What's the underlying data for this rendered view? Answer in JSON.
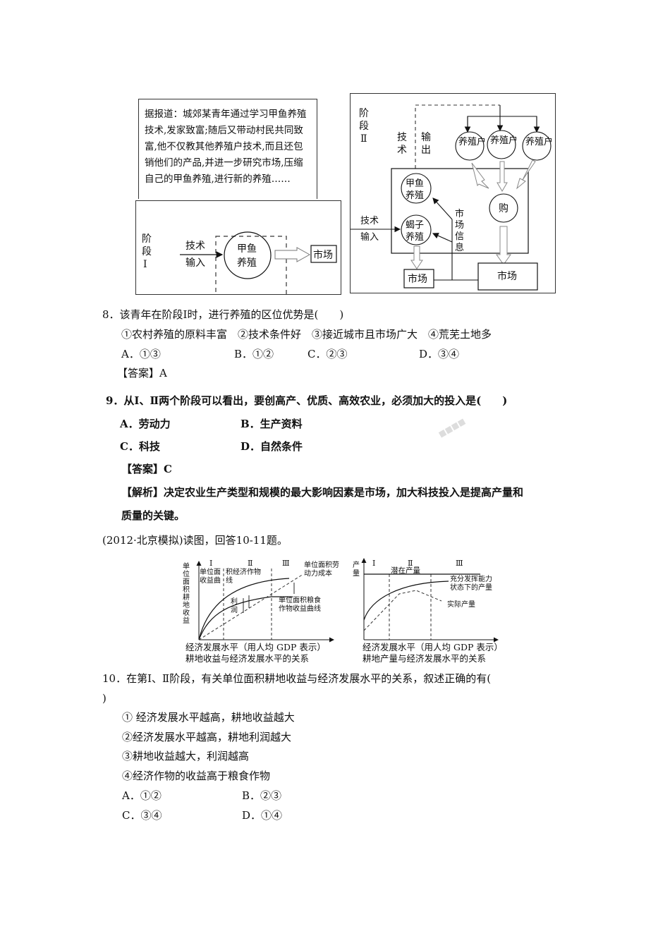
{
  "figure1": {
    "news_text": "据报道：城郊某青年通过学习甲鱼养殖技术,发家致富;随后又带动村民共同致富,他不仅教其他养殖户技术,而且还包销他们的产品,并进一步研究市场,压缩自己的甲鱼养殖,进行新的养殖……",
    "stage1": {
      "label": [
        "阶",
        "段",
        "Ⅰ"
      ],
      "input_label": [
        "技术",
        "输入"
      ],
      "circle_label": [
        "甲鱼",
        "养殖"
      ],
      "market": "市场"
    },
    "stage2": {
      "label": [
        "阶",
        "段",
        "Ⅱ"
      ],
      "tech_out": [
        "技",
        "术"
      ],
      "out_label": [
        "输",
        "出"
      ],
      "farmers": [
        "养殖户",
        "养殖户",
        "养殖户"
      ],
      "circle1": [
        "甲鱼",
        "养殖"
      ],
      "circle2": [
        "蝎子",
        "养殖"
      ],
      "buy": "购",
      "market_info": [
        "市",
        "场",
        "信",
        "息"
      ],
      "input_label": [
        "技术",
        "输入"
      ],
      "market_small": "市场",
      "market_big": "市场"
    }
  },
  "q8": {
    "stem": "8．该青年在阶段Ⅰ时，进行养殖的区位优势是(　　)",
    "options_line": "①农村养殖的原料丰富　②技术条件好　③接近城市且市场广大　④荒芜土地多",
    "choices": [
      "A．①③",
      "B．①②",
      "C．②③",
      "D．③④"
    ],
    "answer": "【答案】A"
  },
  "q9": {
    "stem": "9．从Ⅰ、Ⅱ两个阶段可以看出，要创高产、优质、高效农业，必须加大的投入是(　　)",
    "choices": [
      "A．劳动力",
      "B．生产资料",
      "C．科技",
      "D．自然条件"
    ],
    "answer": "【答案】C",
    "analysis_1": "【解析】决定农业生产类型和规模的最大影响因素是市场，加大科技投入是提高产量和",
    "analysis_2": "质量的关键。"
  },
  "intro": "(2012·北京模拟)读图，回答10-11题。",
  "chart_data": [
    {
      "type": "line",
      "title": "耕地收益与经济发展水平的关系",
      "xlabel": "经济发展水平（用人均GDP表示）",
      "ylabel": "单位面积耕地收益",
      "stages": [
        "Ⅰ",
        "Ⅱ",
        "Ⅲ"
      ],
      "series": [
        {
          "name": "单位面积经济作物收益曲线",
          "style": "solid"
        },
        {
          "name": "单位面积粮食作物收益曲线",
          "style": "solid"
        },
        {
          "name": "单位面积劳动力成本",
          "style": "dashed"
        }
      ],
      "annotations": [
        "利润"
      ]
    },
    {
      "type": "line",
      "title": "耕地产量与经济发展水平的关系",
      "xlabel": "经济发展水平（用人均GDP表示）",
      "ylabel": "产量",
      "stages": [
        "Ⅰ",
        "Ⅱ",
        "Ⅲ"
      ],
      "series": [
        {
          "name": "潜在产量",
          "style": "solid-horizontal"
        },
        {
          "name": "充分发挥能力状态下的产量",
          "style": "solid"
        },
        {
          "name": "实际产量",
          "style": "dashed"
        }
      ]
    }
  ],
  "chart_labels": {
    "c1": {
      "stage1": "Ⅰ",
      "stage2": "Ⅱ",
      "stage3": "Ⅲ",
      "ylabel": [
        "单",
        "位",
        "面",
        "积",
        "耕",
        "地",
        "收",
        "益"
      ],
      "econ_a": "单位面",
      "econ_b": "收益曲",
      "econ_c": "积经济作物",
      "econ_d": "线",
      "cost_a": "单位面积劳",
      "cost_b": "动力成本",
      "grain_a": "单位面积粮食",
      "grain_b": "作物收益曲线",
      "profit": [
        "利",
        "润"
      ],
      "xlabel": "经济发展水平（用人均 GDP 表示）",
      "caption": "耕地收益与经济发展水平的关系"
    },
    "c2": {
      "stage1": "Ⅰ",
      "stage2": "Ⅱ",
      "stage3": "Ⅲ",
      "ylabel": [
        "产",
        "量"
      ],
      "potential": "潜在产量",
      "full_a": "充分发挥能力",
      "full_b": "状态下的产量",
      "actual": "实际产量",
      "xlabel": "经济发展水平（用人均 GDP 表示）",
      "caption": "耕地产量与经济发展水平的关系"
    }
  },
  "q10": {
    "stem": "10．在第Ⅰ、Ⅱ阶段，有关单位面积耕地收益与经济发展水平的关系，叙述正确的有(",
    "stem_end": ")",
    "statements": [
      "① 经济发展水平越高，耕地收益越大",
      "②经济发展水平越高，耕地利润越大",
      "③耕地收益越大，利润越高",
      "④经济作物的收益高于粮食作物"
    ],
    "choices": [
      "A．①②",
      "B．②③",
      "C．③④",
      "D．①④"
    ]
  }
}
